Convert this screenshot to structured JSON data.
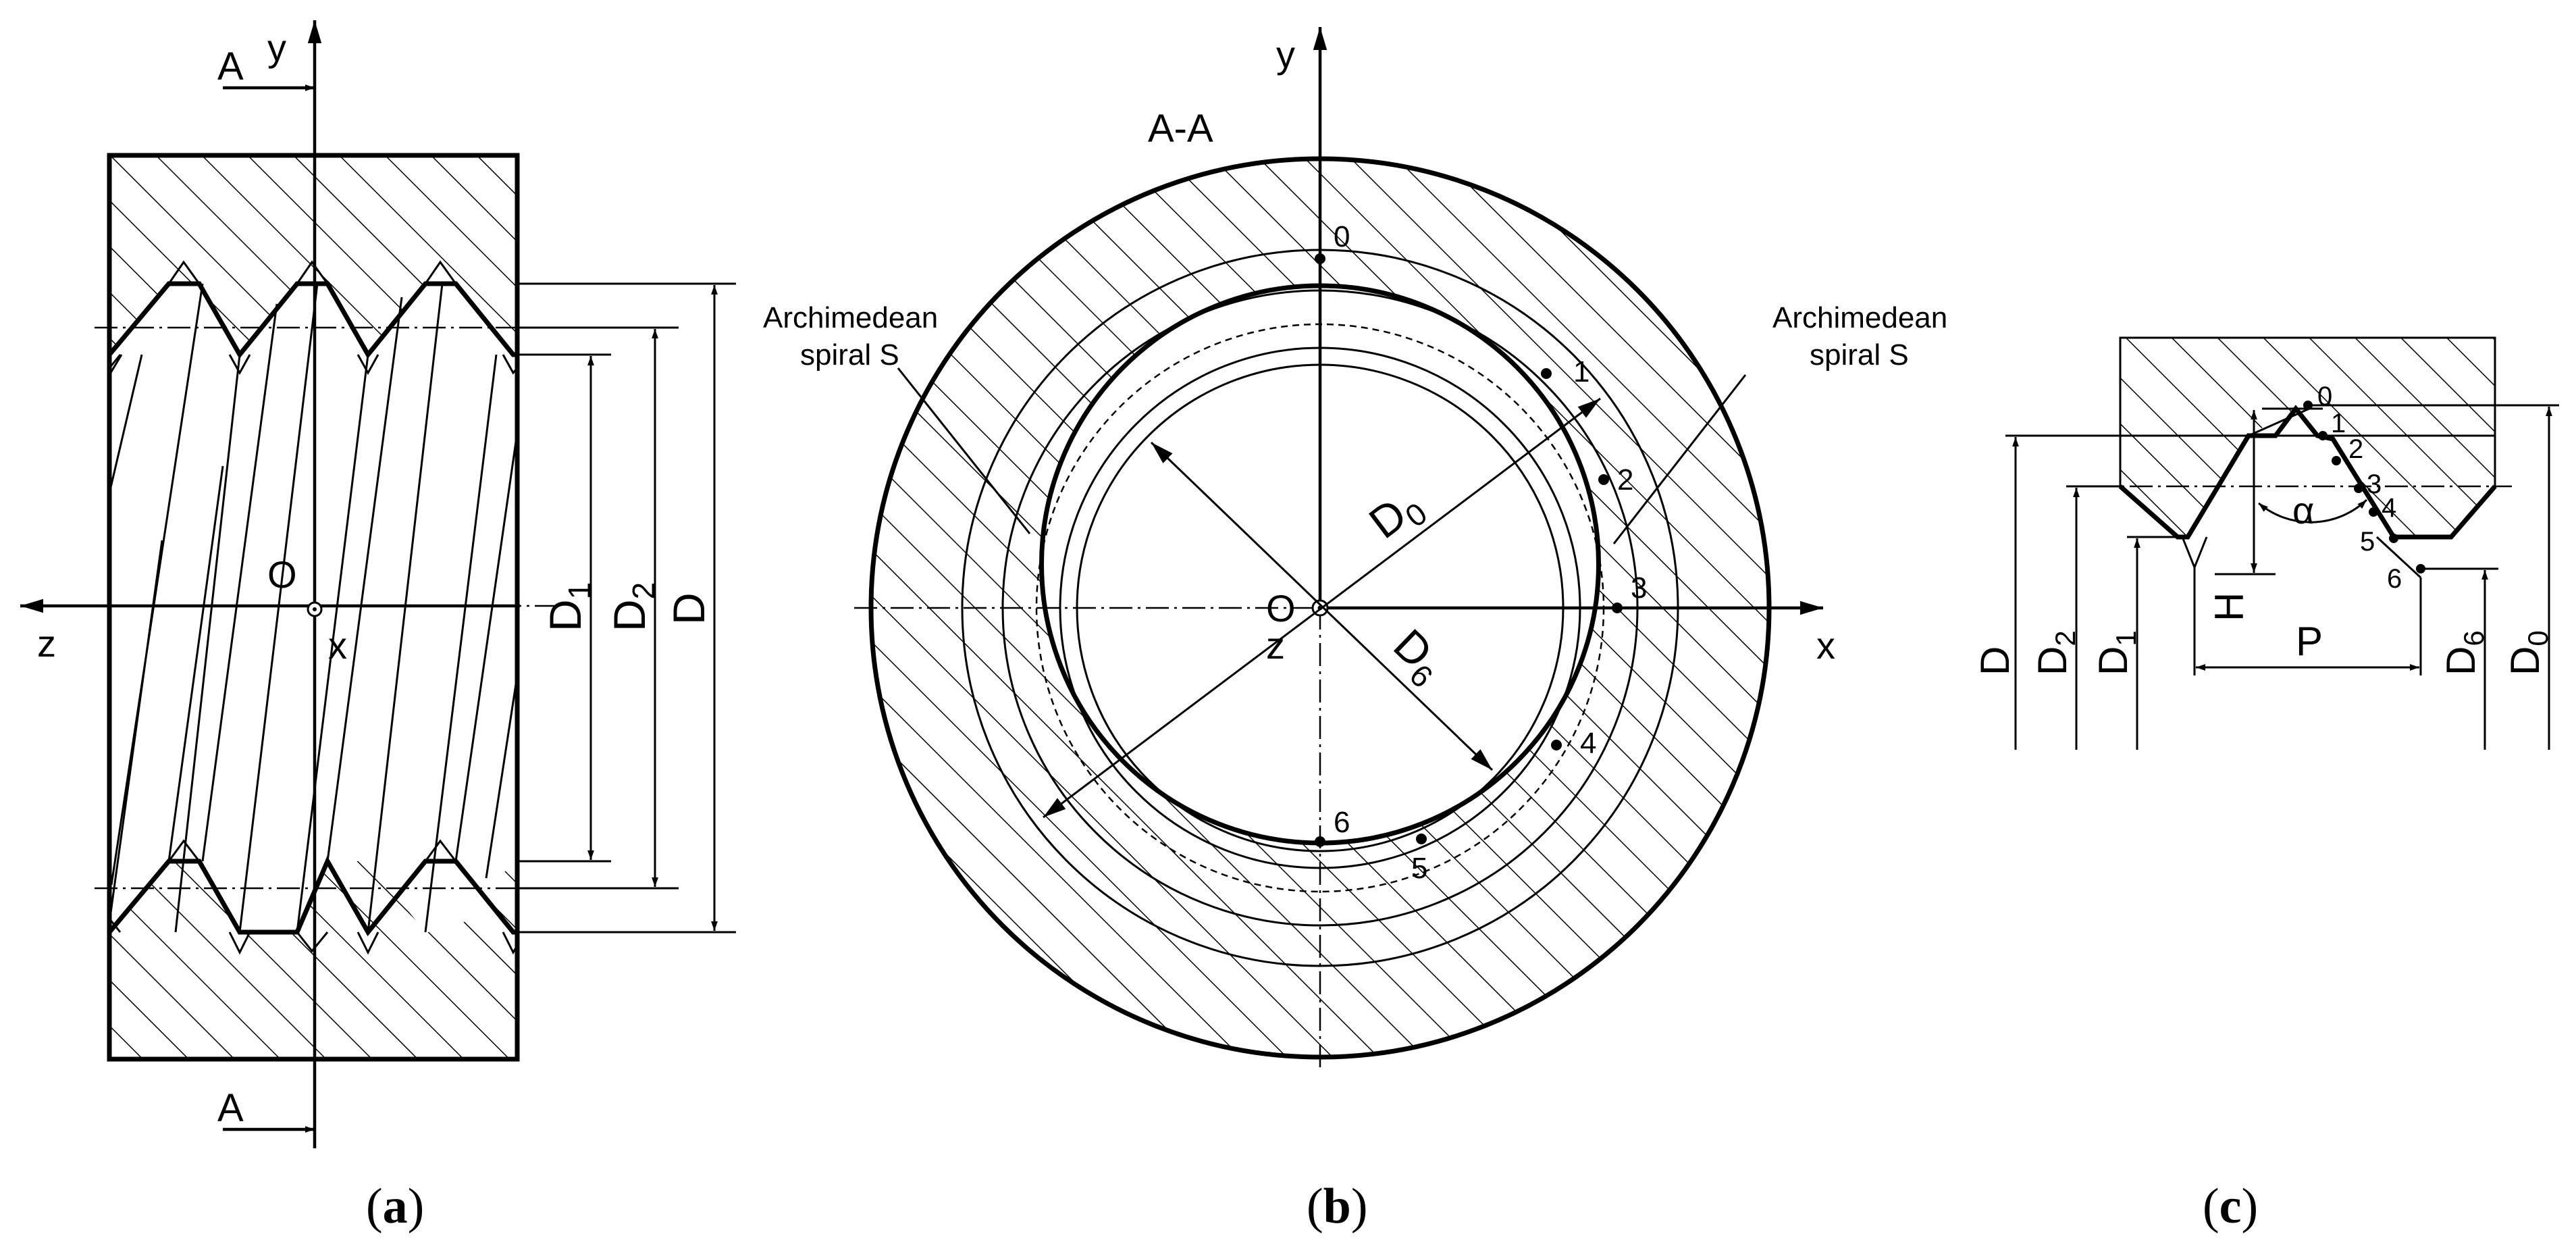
{
  "panel_a": {
    "axis_y": "y",
    "axis_z": "z",
    "axis_x": "x",
    "origin": "O",
    "section_top": "A",
    "section_bottom": "A",
    "dim_D1": "D",
    "dim_D1_sub": "1",
    "dim_D2": "D",
    "dim_D2_sub": "2",
    "dim_D": "D",
    "caption_open": "(",
    "caption_letter": "a",
    "caption_close": ")"
  },
  "panel_b": {
    "title": "A-A",
    "axis_y": "y",
    "axis_x": "x",
    "axis_z": "z",
    "origin": "O",
    "spiral_left_line1": "Archimedean",
    "spiral_left_line2": "spiral S",
    "spiral_right_line1": "Archimedean",
    "spiral_right_line2": "spiral S",
    "dim_D0": "D",
    "dim_D0_sub": "0",
    "dim_D6": "D",
    "dim_D6_sub": "6",
    "points": [
      "0",
      "1",
      "2",
      "3",
      "4",
      "5",
      "6"
    ],
    "caption_open": "(",
    "caption_letter": "b",
    "caption_close": ")"
  },
  "panel_c": {
    "points": [
      "0",
      "1",
      "2",
      "3",
      "4",
      "5",
      "6"
    ],
    "angle": "α",
    "height": "H",
    "pitch": "P",
    "dim_D": "D",
    "dim_D2": "D",
    "dim_D2_sub": "2",
    "dim_D1": "D",
    "dim_D1_sub": "1",
    "dim_D6": "D",
    "dim_D6_sub": "6",
    "dim_D0": "D",
    "dim_D0_sub": "0",
    "caption_open": "(",
    "caption_letter": "c",
    "caption_close": ")"
  }
}
